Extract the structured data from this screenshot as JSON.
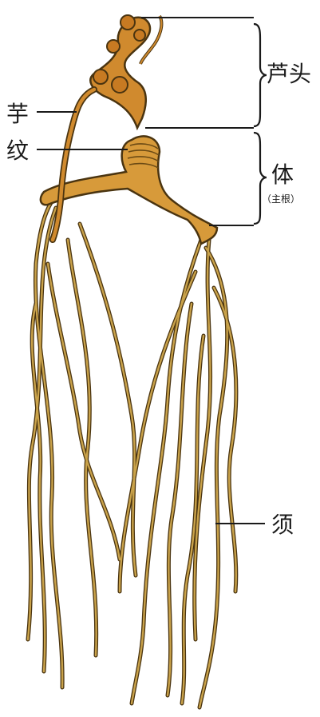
{
  "labels": {
    "luhead": "芦头",
    "yuwen_a": "芋",
    "yuwen_b": "纹",
    "body": "体",
    "body_note": "（主根）",
    "fibrous": "须"
  },
  "colors": {
    "root_outline": "#4a3410",
    "root_fill": "#c9a24a",
    "head_fill": "#d08a2e",
    "body_fill": "#d79a3a"
  }
}
